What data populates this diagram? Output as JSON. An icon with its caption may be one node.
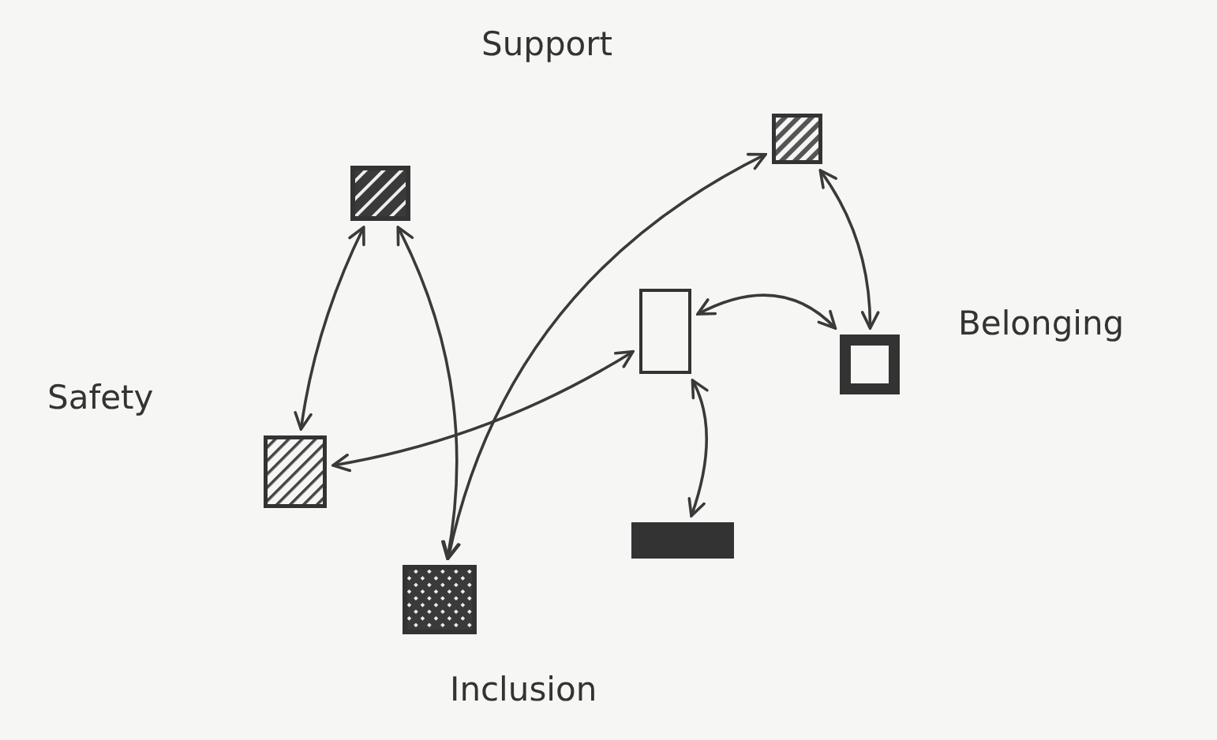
{
  "diagram": {
    "nodes": [
      {
        "text": [],
        "shape": "box"
      },
      {
        "text": [],
        "shape": "box"
      },
      {
        "text": [],
        "shape": "box"
      },
      {
        "text": [],
        "shape": "box"
      },
      {
        "text": [],
        "shape": "box"
      },
      {
        "text": [],
        "shape": "bar"
      },
      {
        "text": [],
        "shape": "box"
      }
    ],
    "edges": [
      {
        "from": 1,
        "to": 4,
        "arrow": "both"
      },
      {
        "from": 0,
        "to": 3,
        "arrow": "both"
      },
      {
        "from": 2,
        "to": 3,
        "arrow": "both"
      },
      {
        "from": 2,
        "to": 4,
        "arrow": "both"
      },
      {
        "from": 0,
        "to": 6,
        "arrow": "both"
      },
      {
        "from": 1,
        "to": 6,
        "arrow": "both"
      },
      {
        "from": 2,
        "to": 5,
        "arrow": "both"
      }
    ],
    "labels": [
      "Support",
      "Belonging",
      "Safety",
      "Inclusion"
    ]
  }
}
